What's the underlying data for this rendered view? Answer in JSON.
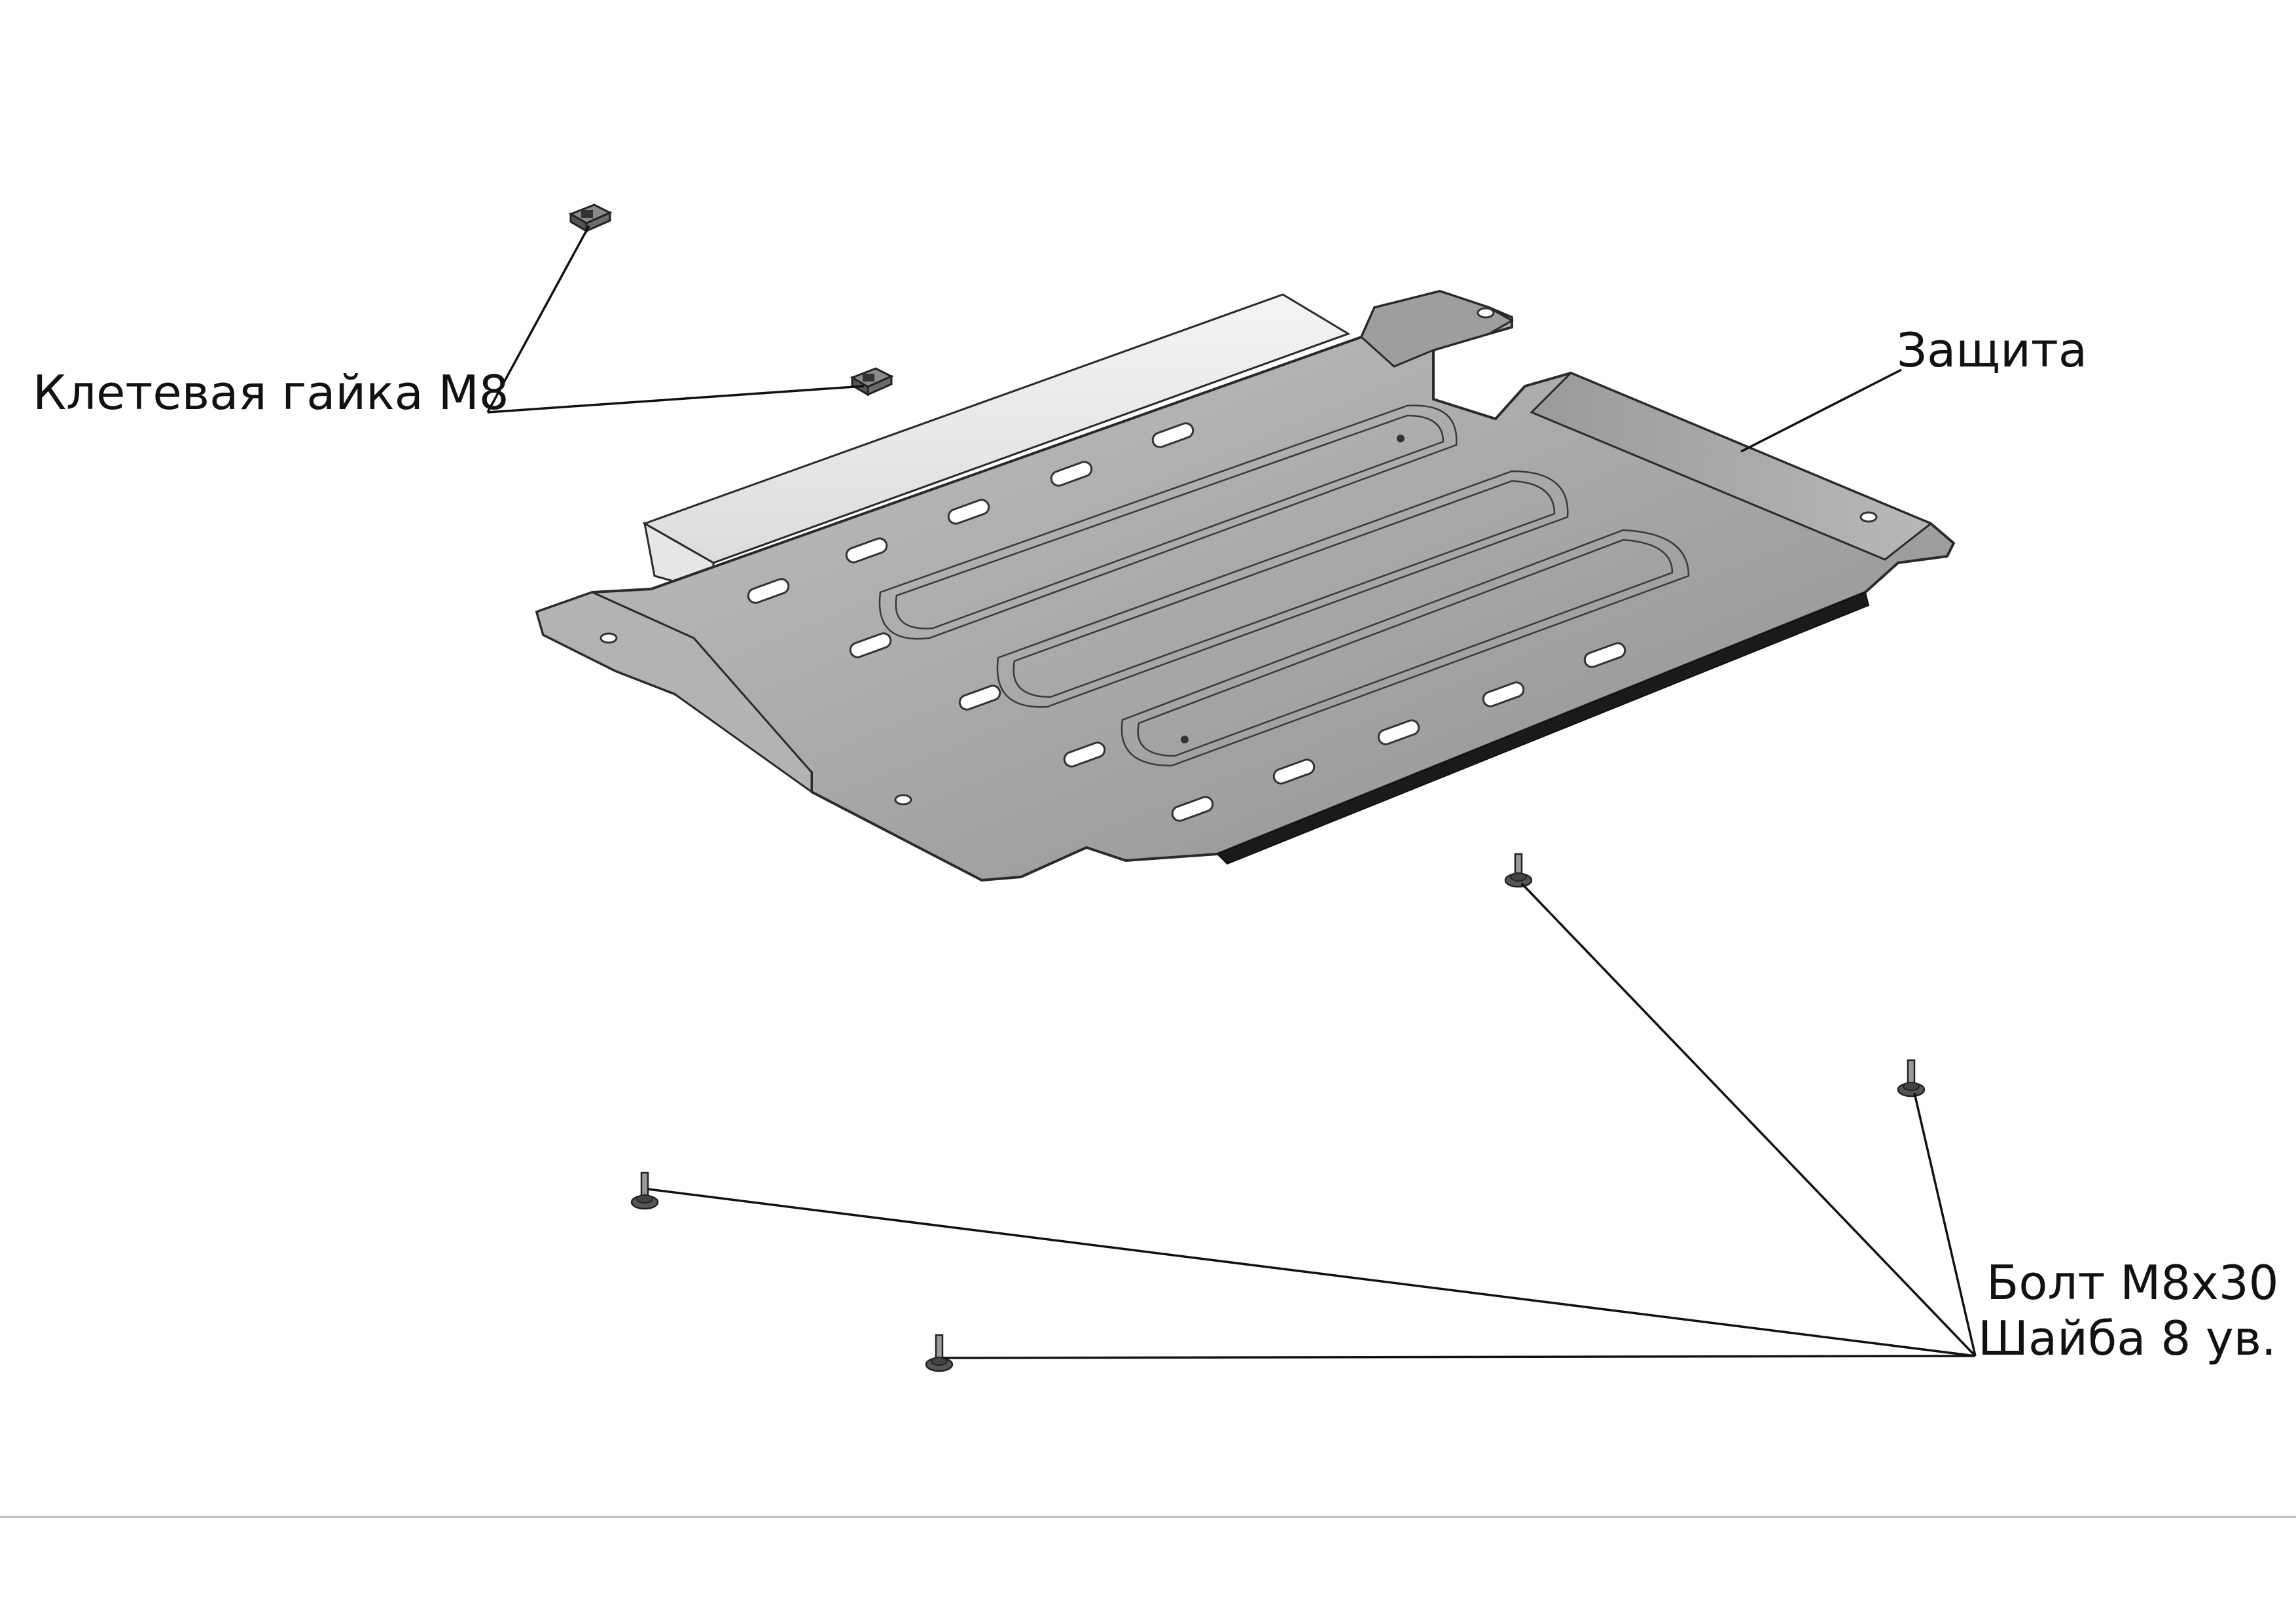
{
  "labels": {
    "cage_nut": "Клетевая гайка М8",
    "guard": "Защита",
    "bolt": "Болт М8х30",
    "washer": "Шайба 8 ув."
  },
  "parts": {
    "guard_plate": "skid-plate",
    "cage_nut": "cage-nut",
    "bolt": "bolt-with-washer"
  },
  "colors": {
    "line": "#111111",
    "plate": "#a8a8a8",
    "plate_dark": "#6e6e6e",
    "background": "#ffffff"
  }
}
